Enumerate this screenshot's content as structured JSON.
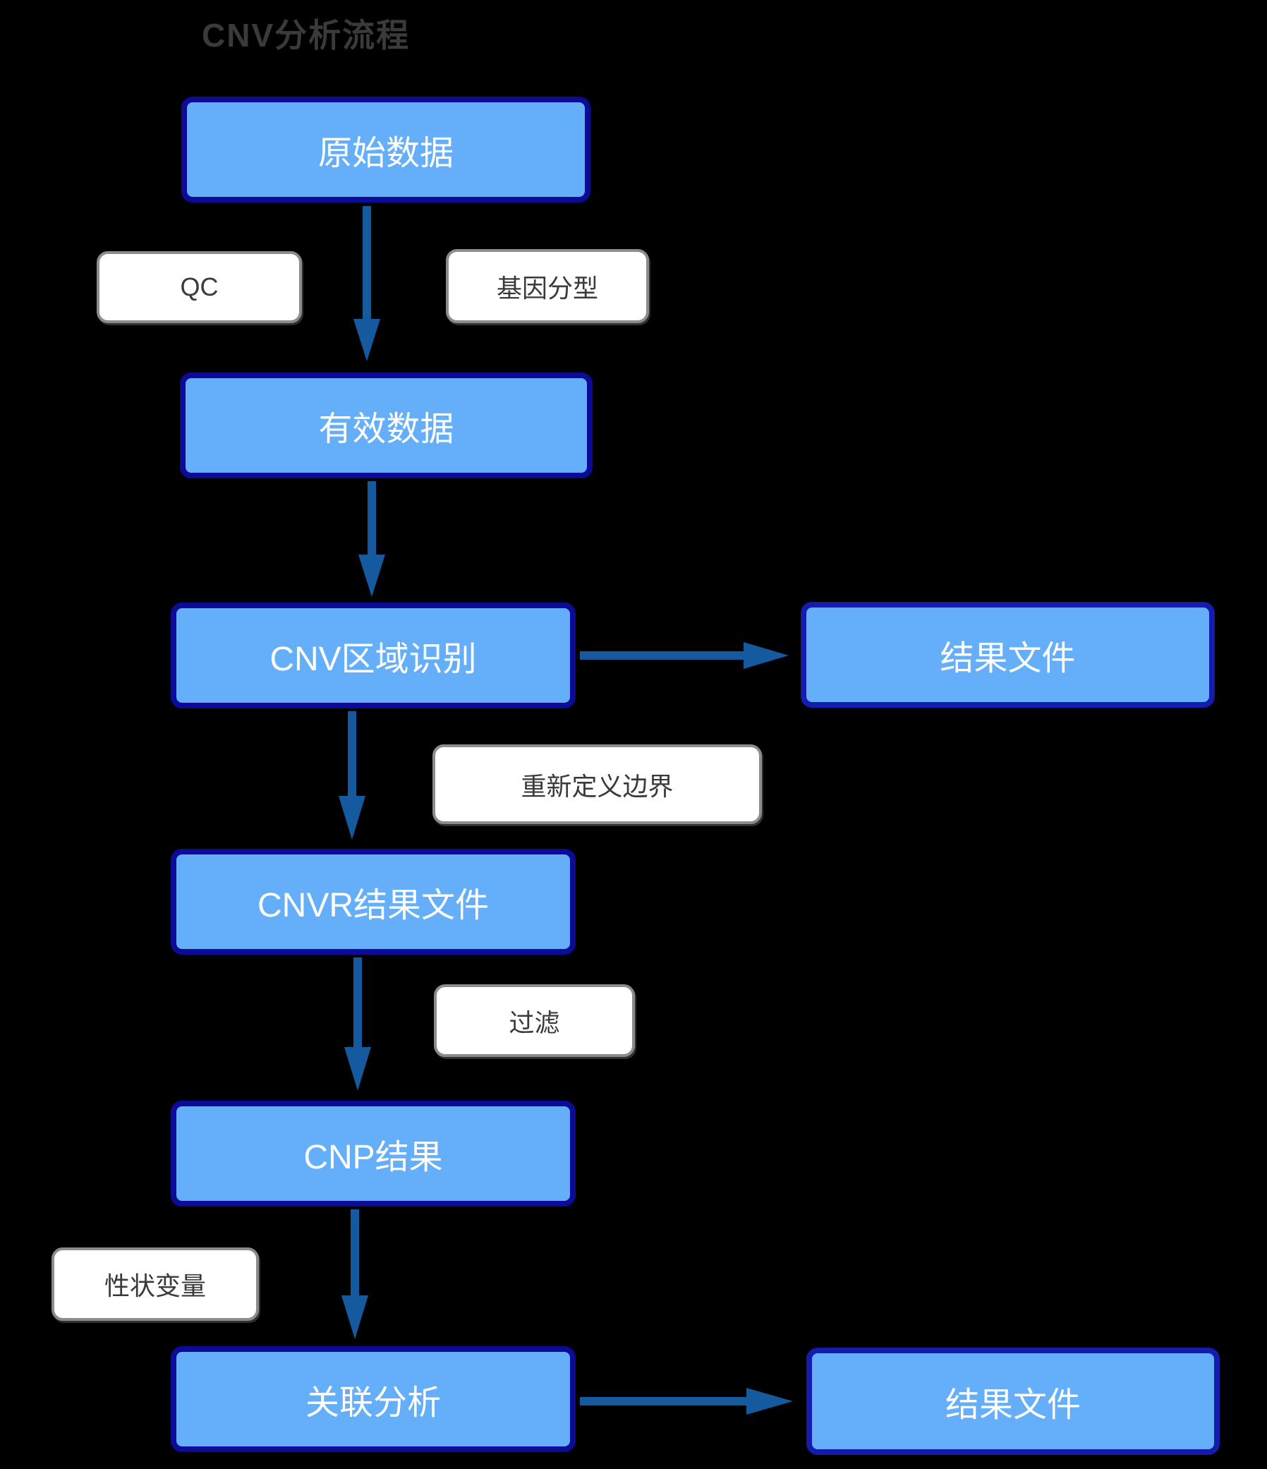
{
  "title": "CNV分析流程",
  "nodes": {
    "raw_data": {
      "label": "原始数据"
    },
    "valid_data": {
      "label": "有效数据"
    },
    "cnv_region": {
      "label": "CNV区域识别"
    },
    "result_file_top": {
      "label": "结果文件"
    },
    "cnvr_result": {
      "label": "CNVR结果文件"
    },
    "cnp_result": {
      "label": "CNP结果"
    },
    "association": {
      "label": "关联分析"
    },
    "result_file_bottom": {
      "label": "结果文件"
    }
  },
  "edge_labels": {
    "qc": {
      "label": "QC"
    },
    "genotyping": {
      "label": "基因分型"
    },
    "redefine_boundary": {
      "label": "重新定义边界"
    },
    "filter": {
      "label": "过滤"
    },
    "trait_variable": {
      "label": "性状变量"
    }
  },
  "colors": {
    "background": "#000000",
    "node_fill": "#64aefa",
    "node_border": "#0b0b97",
    "result_border": "#141cae",
    "node_text": "#ffffff",
    "arrow": "#15599e",
    "label_bg": "#ffffff",
    "label_border": "#8c8c8c",
    "label_text": "#3a3a3a",
    "title_text": "#3a3a3a"
  }
}
